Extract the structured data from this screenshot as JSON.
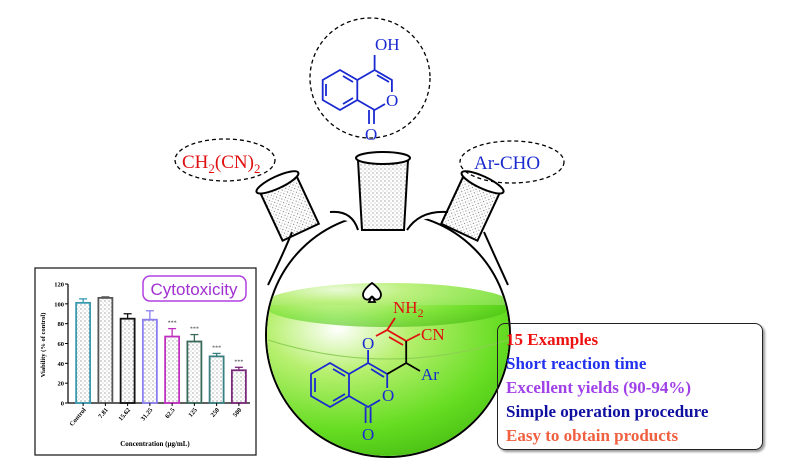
{
  "reagents": {
    "left": {
      "label_main": "CH",
      "sub1": "2",
      "label_mid": "(CN)",
      "sub2": "2"
    },
    "top": {
      "oh_label": "OH",
      "ring_o": "O",
      "carbonyl_o": "O"
    },
    "right": {
      "label": "Ar-CHO"
    }
  },
  "product": {
    "nh2": "NH",
    "nh2_sub": "2",
    "cn": "CN",
    "ar": "Ar",
    "o1": "O",
    "o2": "O",
    "o3": "O"
  },
  "features": [
    {
      "text": "15 Examples",
      "color": "#ee1111"
    },
    {
      "text": "Short reaction time",
      "color": "#2233ee"
    },
    {
      "text": "Excellent yields (90-94%)",
      "color": "#a040e8"
    },
    {
      "text": "Simple operation procedure",
      "color": "#1010a0"
    },
    {
      "text": "Easy to obtain products",
      "color": "#f06040"
    }
  ],
  "chart_data": {
    "type": "bar",
    "title": "Cytotoxicity",
    "xlabel": "Concentration (μg/mL)",
    "ylabel": "Viability (% of control)",
    "ylim": [
      0,
      120
    ],
    "yticks": [
      "0",
      "20",
      "40",
      "60",
      "80",
      "100",
      "120"
    ],
    "categories": [
      "Control",
      "7.81",
      "15.62",
      "31.25",
      "62.5",
      "125",
      "250",
      "500"
    ],
    "values": [
      101,
      106,
      85,
      84,
      67,
      62,
      47,
      33
    ],
    "errors": [
      4,
      1,
      5,
      9,
      8,
      7,
      3,
      3
    ],
    "significance": [
      "",
      "",
      "",
      "",
      "***",
      "***",
      "***",
      "***"
    ],
    "colors": [
      "#3a9ab0",
      "#555555",
      "#111111",
      "#8a7ff0",
      "#c030c0",
      "#3a6a5a",
      "#3a8080",
      "#7a2a7a"
    ]
  }
}
